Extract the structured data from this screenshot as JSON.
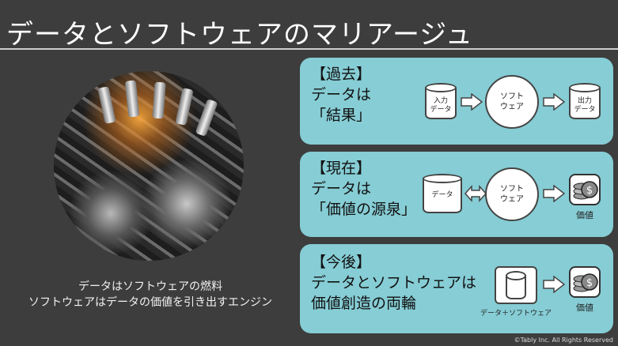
{
  "title": "データとソフトウェアのマリアージュ",
  "left": {
    "caption_line1": "データはソフトウェアの燃料",
    "caption_line2": "ソフトウェアはデータの価値を引き出すエンジン"
  },
  "panels": [
    {
      "heading": "【過去】",
      "line2": "データは",
      "line3": "「結果」",
      "input_label": "入力\nデータ",
      "software_label": "ソフト\nウェア",
      "output_label": "出力\nデータ"
    },
    {
      "heading": "【現在】",
      "line2": "データは",
      "line3": "「価値の源泉」",
      "input_label": "データ",
      "software_label": "ソフト\nウェア",
      "value_label": "価値"
    },
    {
      "heading": "【今後】",
      "line2": "データとソフトウェアは",
      "line3": "価値創造の両輪",
      "combo_label": "データ＋ソフトウェア",
      "value_label": "価値"
    }
  ],
  "footer": "©Tably Inc. All Rights Reserved",
  "colors": {
    "background": "#3d3d3d",
    "panel": "#86cdd5"
  },
  "icons": [
    "engine-image",
    "database-icon",
    "arrow-right-icon",
    "double-arrow-icon",
    "coin-stack-icon"
  ]
}
